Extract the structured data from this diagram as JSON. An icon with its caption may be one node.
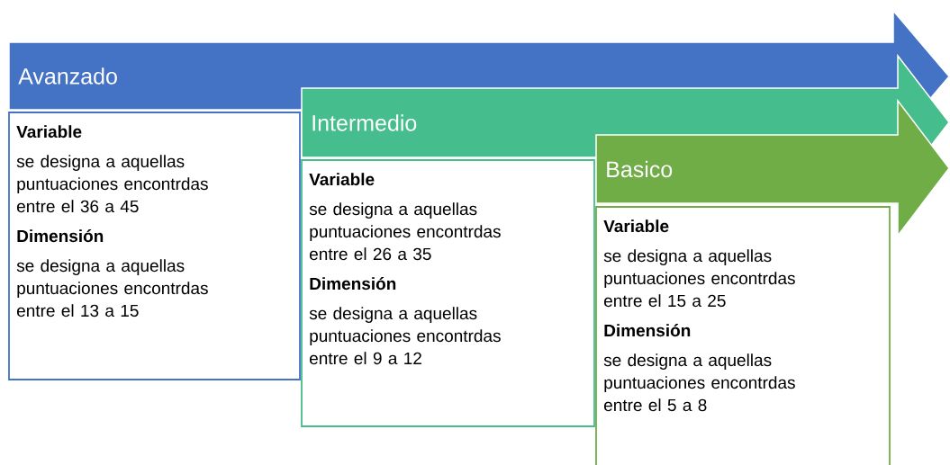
{
  "diagram": {
    "nodes": [
      {
        "text": [
          "Avanzado"
        ]
      },
      {
        "text": [
          "Variable",
          "se designa a aquellas puntuaciones encontrdas entre el 36 a 45",
          "Dimensión",
          "se designa a aquellas puntuaciones encontrdas entre el 13 a 15"
        ]
      },
      {
        "text": [
          "Intermedio"
        ]
      },
      {
        "text": [
          "Variable",
          "se designa a aquellas puntuaciones encontrdas entre el 26 a 35",
          "Dimensión",
          "se designa a aquellas puntuaciones encontrdas entre el 9 a 12"
        ]
      },
      {
        "text": [
          "Basico"
        ]
      },
      {
        "text": [
          "Variable",
          "se designa a aquellas puntuaciones encontrdas entre el 15 a 25",
          "Dimensión",
          "se designa a aquellas puntuaciones encontrdas entre el 5 a 8"
        ]
      }
    ]
  }
}
